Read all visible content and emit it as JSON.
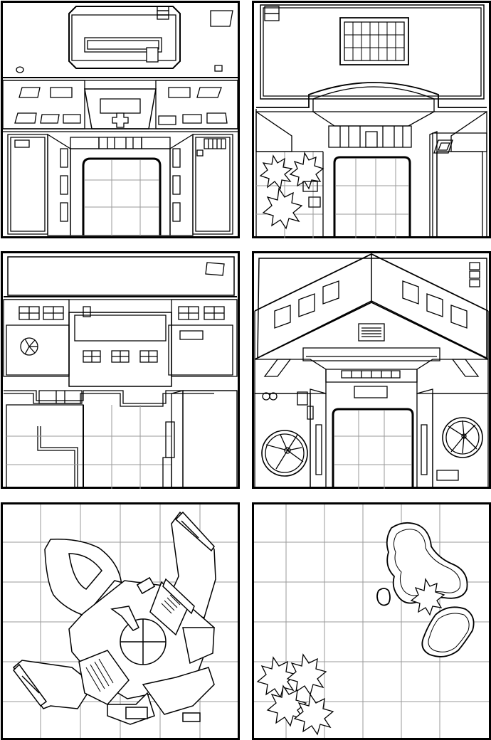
{
  "sheet": {
    "tiles": [
      {
        "id": "hospital-roof"
      },
      {
        "id": "solar-roof-plaza"
      },
      {
        "id": "apartment-roof-courtyard"
      },
      {
        "id": "hangar-roof-bay"
      },
      {
        "id": "starship-on-grid"
      },
      {
        "id": "rocks-and-shrubs-grid"
      }
    ]
  },
  "colors": {
    "ink": "#000000",
    "paper": "#ffffff",
    "grid": "#9a9a9a"
  },
  "icons": [
    "cross-icon",
    "solar-panel-icon",
    "fan-icon",
    "tree-icon",
    "rock-icon",
    "vent-icon"
  ]
}
